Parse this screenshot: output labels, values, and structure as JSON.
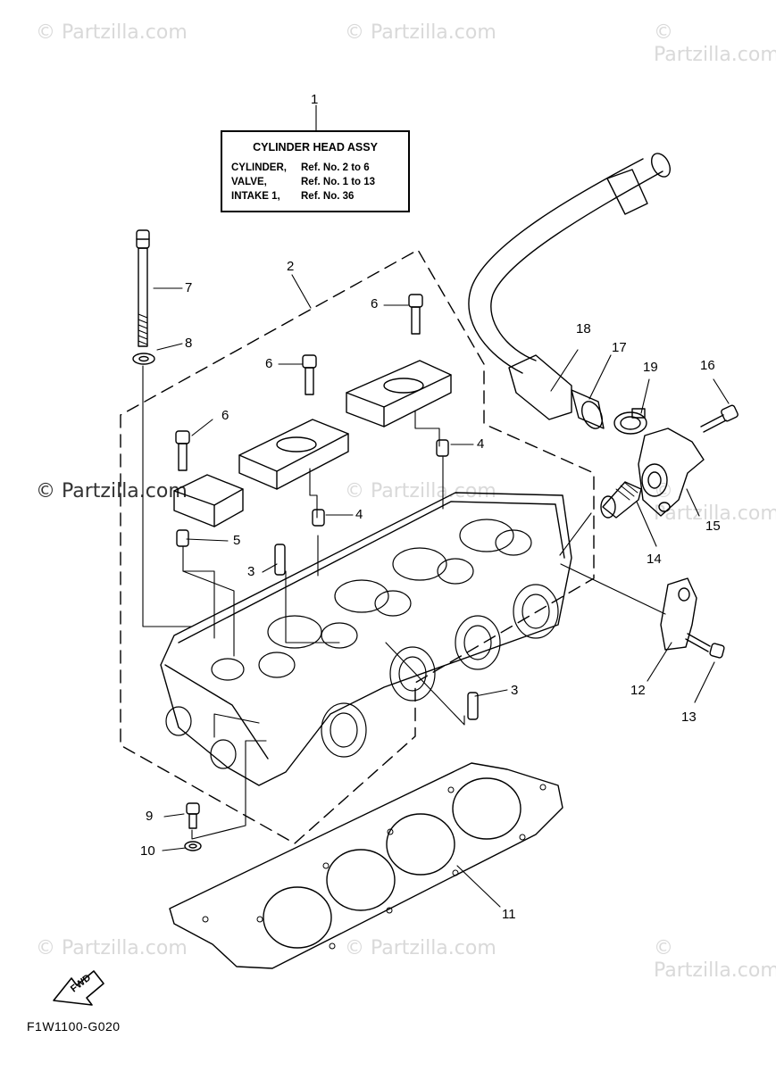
{
  "watermark": "© Partzilla.com",
  "label": {
    "title": "CYLINDER HEAD ASSY",
    "lines": [
      {
        "part": "CYLINDER,",
        "ref": "Ref. No. 2 to 6"
      },
      {
        "part": "VALVE,",
        "ref": "Ref. No. 1 to 13"
      },
      {
        "part": "INTAKE 1,",
        "ref": "Ref. No. 36"
      }
    ]
  },
  "callouts": [
    "1",
    "2",
    "3",
    "3",
    "4",
    "4",
    "5",
    "6",
    "6",
    "6",
    "7",
    "8",
    "9",
    "10",
    "11",
    "12",
    "13",
    "14",
    "15",
    "16",
    "17",
    "18",
    "19"
  ],
  "fwd_label": "FWD",
  "diagram_code": "F1W1100-G020"
}
